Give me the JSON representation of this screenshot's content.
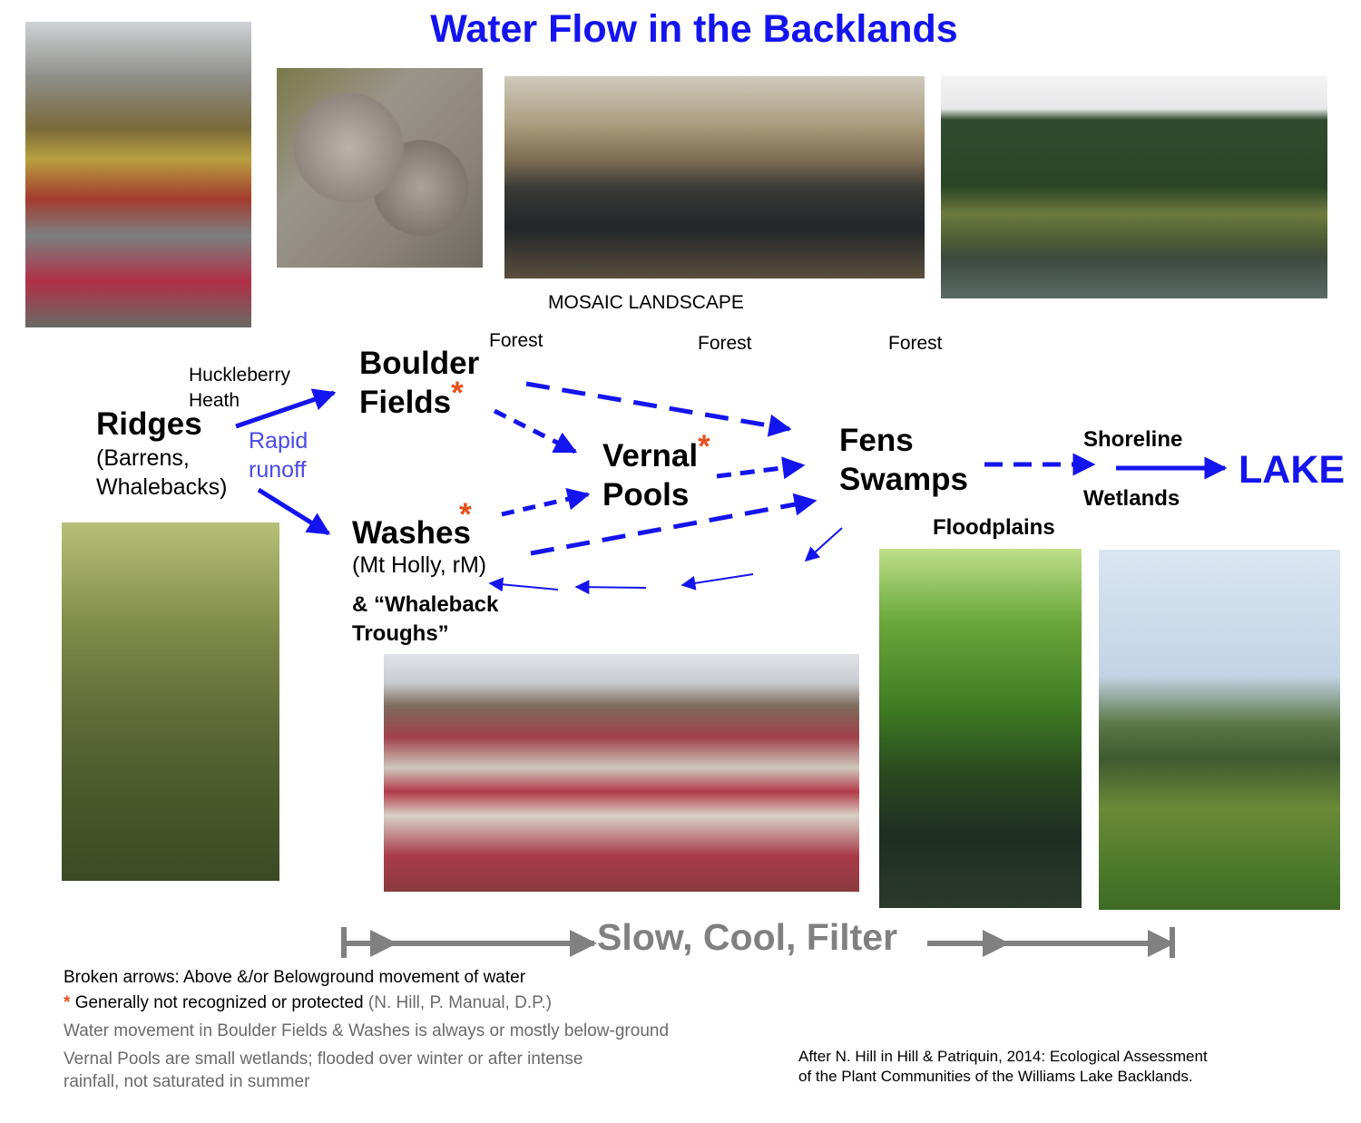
{
  "title": "Water Flow in the Backlands",
  "mosaic_label": "MOSAIC LANDSCAPE",
  "nodes": {
    "ridges": {
      "name": "Ridges",
      "detail_1": "(Barrens,",
      "detail_2": "Whalebacks)"
    },
    "huckleberry_1": "Huckleberry",
    "huckleberry_2": "Heath",
    "rapid_1": "Rapid",
    "rapid_2": "runoff",
    "boulder_1": "Boulder",
    "boulder_2": "Fields",
    "washes": "Washes",
    "washes_detail": "(Mt Holly, rM)",
    "whaleback_1": "& “Whaleback",
    "whaleback_2": "Troughs”",
    "vernal_1": "Vernal",
    "vernal_2": "Pools",
    "fens": "Fens",
    "swamps": "Swamps",
    "shoreline": "Shoreline",
    "wetlands": "Wetlands",
    "floodplains": "Floodplains",
    "lake": "LAKE",
    "forest_1": "Forest",
    "forest_2": "Forest",
    "forest_3": "Forest",
    "asterisk": "*"
  },
  "scale_bar": "Slow, Cool, Filter",
  "legend": {
    "line1": "Broken arrows: Above &/or Belowground movement of water",
    "asterisk": "*",
    "line2_main": "Generally not recognized or protected",
    "line2_cite": "(N. Hill, P. Manual, D.P.)",
    "line3": "Water movement in Boulder Fields & Washes is always or mostly below-ground",
    "line4a": "Vernal Pools are small wetlands; flooded over winter or after intense",
    "line4b": "rainfall, not saturated in summer"
  },
  "citation": {
    "line1": "After N. Hill in Hill & Patriquin, 2014: Ecological Assessment",
    "line2": "of the Plant Communities of the Williams Lake Backlands."
  },
  "colors": {
    "title": "#1414ee",
    "arrow": "#1414ee",
    "asterisk": "#e8501c",
    "scale_bar": "#808080"
  }
}
